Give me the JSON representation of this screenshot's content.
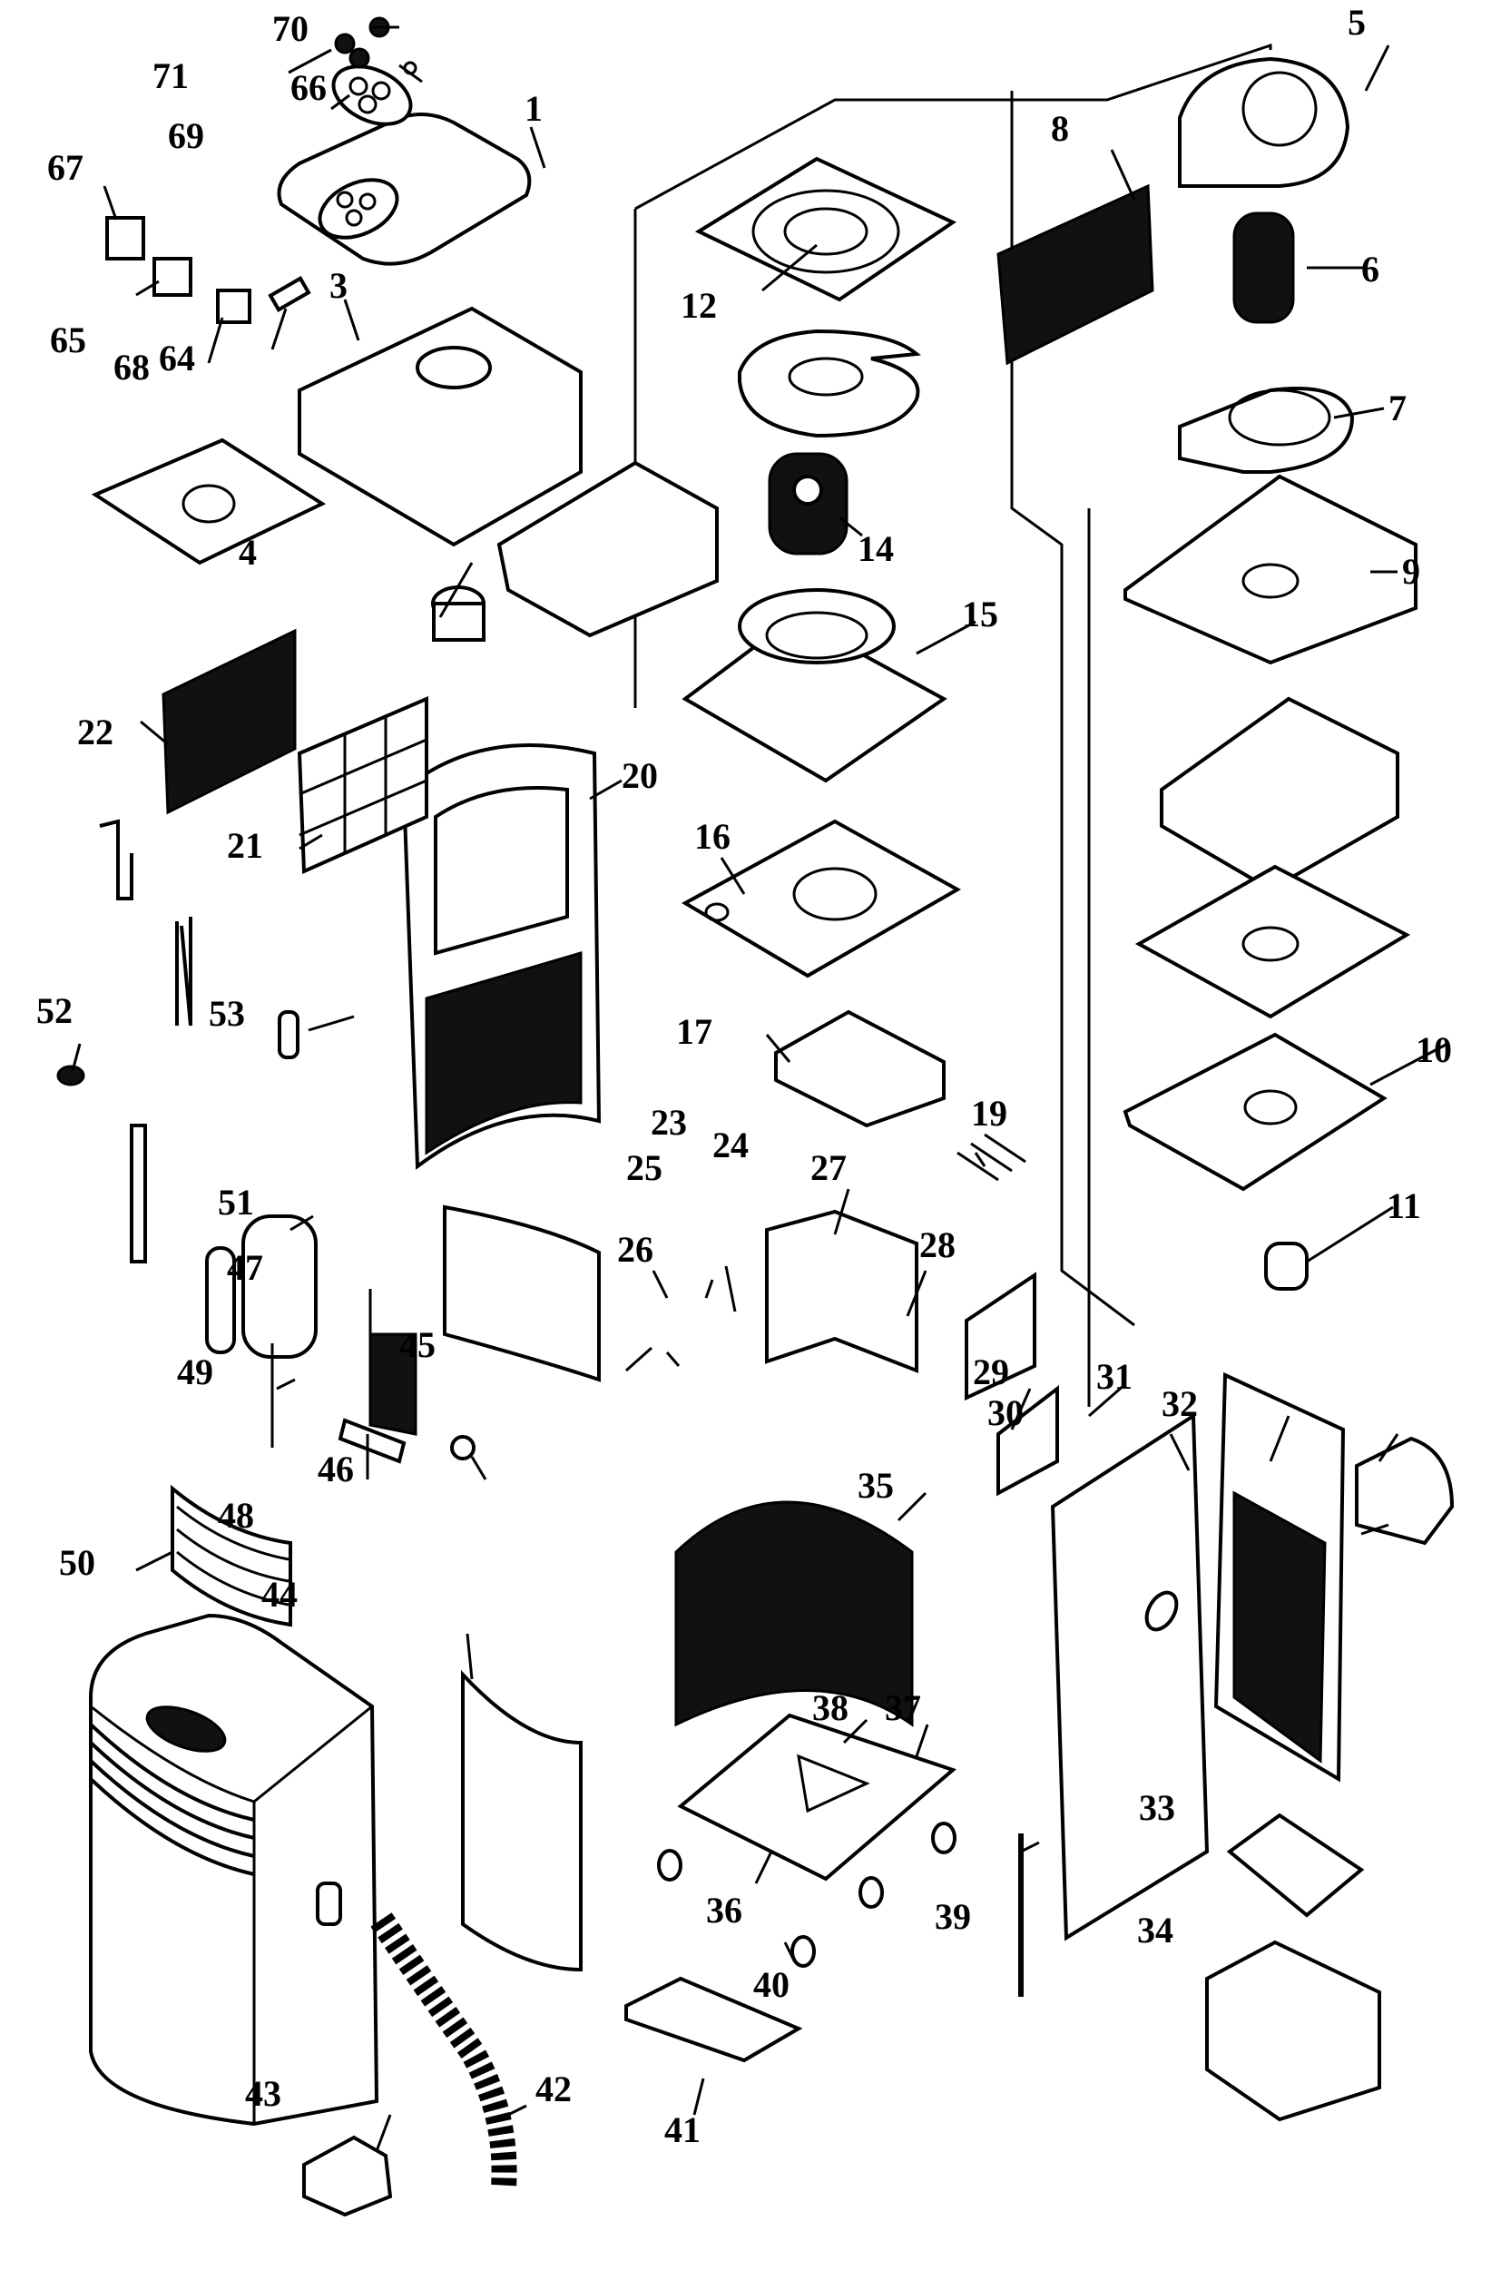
{
  "diagram": {
    "type": "exploded-parts-view",
    "subject": "portable air conditioner / dehumidifier unit",
    "background_color": "#ffffff",
    "line_color": "#000000",
    "part_labels": [
      {
        "id": "1",
        "label": "1"
      },
      {
        "id": "3",
        "label": "3"
      },
      {
        "id": "4",
        "label": "4"
      },
      {
        "id": "5",
        "label": "5"
      },
      {
        "id": "6",
        "label": "6"
      },
      {
        "id": "7",
        "label": "7"
      },
      {
        "id": "8",
        "label": "8"
      },
      {
        "id": "9",
        "label": "9"
      },
      {
        "id": "10",
        "label": "10"
      },
      {
        "id": "11",
        "label": "11"
      },
      {
        "id": "12",
        "label": "12"
      },
      {
        "id": "14",
        "label": "14"
      },
      {
        "id": "15",
        "label": "15"
      },
      {
        "id": "16",
        "label": "16"
      },
      {
        "id": "17",
        "label": "17"
      },
      {
        "id": "19",
        "label": "19"
      },
      {
        "id": "20",
        "label": "20"
      },
      {
        "id": "21",
        "label": "21"
      },
      {
        "id": "22",
        "label": "22"
      },
      {
        "id": "23",
        "label": "23"
      },
      {
        "id": "24",
        "label": "24"
      },
      {
        "id": "25",
        "label": "25"
      },
      {
        "id": "26",
        "label": "26"
      },
      {
        "id": "27",
        "label": "27"
      },
      {
        "id": "28",
        "label": "28"
      },
      {
        "id": "29",
        "label": "29"
      },
      {
        "id": "30",
        "label": "30"
      },
      {
        "id": "31",
        "label": "31"
      },
      {
        "id": "32",
        "label": "32"
      },
      {
        "id": "33",
        "label": "33"
      },
      {
        "id": "34",
        "label": "34"
      },
      {
        "id": "35",
        "label": "35"
      },
      {
        "id": "36",
        "label": "36"
      },
      {
        "id": "37",
        "label": "37"
      },
      {
        "id": "38",
        "label": "38"
      },
      {
        "id": "39",
        "label": "39"
      },
      {
        "id": "40",
        "label": "40"
      },
      {
        "id": "41",
        "label": "41"
      },
      {
        "id": "42",
        "label": "42"
      },
      {
        "id": "43",
        "label": "43"
      },
      {
        "id": "44",
        "label": "44"
      },
      {
        "id": "45",
        "label": "45"
      },
      {
        "id": "46",
        "label": "46"
      },
      {
        "id": "47",
        "label": "47"
      },
      {
        "id": "48",
        "label": "48"
      },
      {
        "id": "49",
        "label": "49"
      },
      {
        "id": "50",
        "label": "50"
      },
      {
        "id": "51",
        "label": "51"
      },
      {
        "id": "52",
        "label": "52"
      },
      {
        "id": "53",
        "label": "53"
      },
      {
        "id": "64",
        "label": "64"
      },
      {
        "id": "65",
        "label": "65"
      },
      {
        "id": "66",
        "label": "66"
      },
      {
        "id": "67",
        "label": "67"
      },
      {
        "id": "68",
        "label": "68"
      },
      {
        "id": "69",
        "label": "69"
      },
      {
        "id": "70",
        "label": "70"
      },
      {
        "id": "71",
        "label": "71"
      }
    ]
  }
}
